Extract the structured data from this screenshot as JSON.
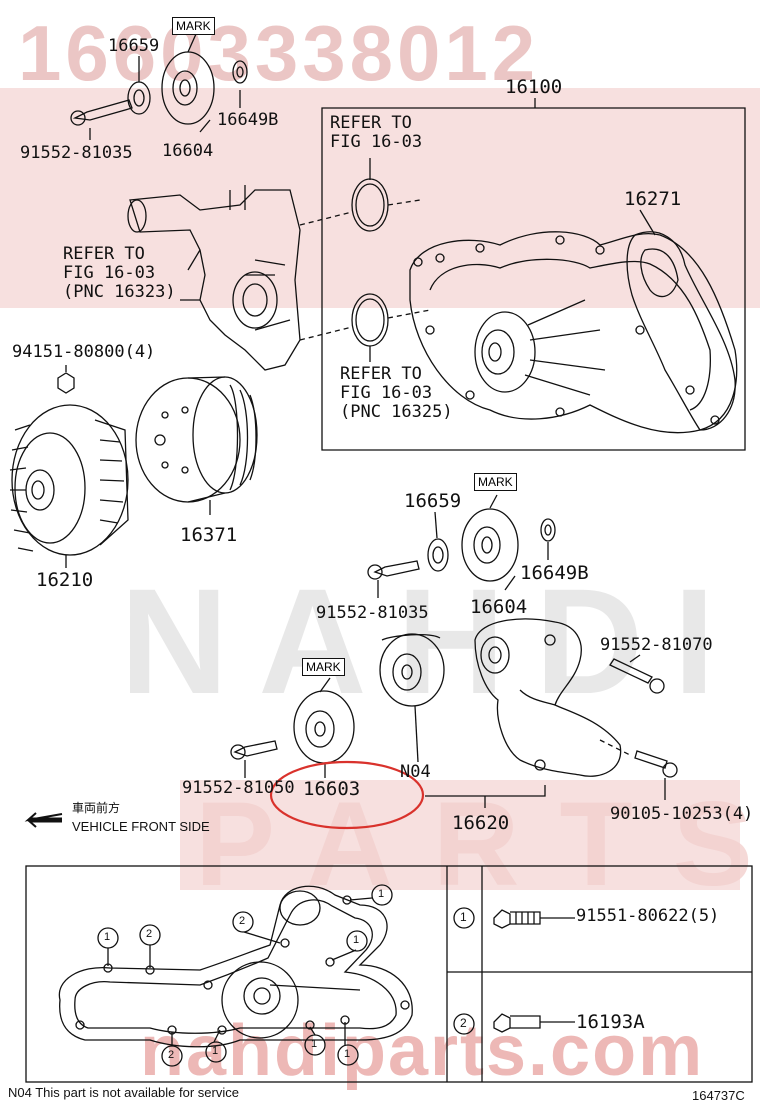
{
  "watermark": {
    "part_number": "16603338012",
    "brand_mid": "NAHDI",
    "brand_bottom": "PARTS",
    "site": "nahdiparts.com"
  },
  "labels": {
    "p16659_top": "16659",
    "mark_top": "MARK",
    "p16649B_top": "16649B",
    "p16604_top": "16604",
    "bolt_91552_81035_top": "91552-81035",
    "p16100": "16100",
    "refer_fig_a_1": "REFER TO",
    "refer_fig_a_2": "FIG 16-03",
    "p16271": "16271",
    "refer_pnc16323_1": "REFER TO",
    "refer_pnc16323_2": "FIG 16-03",
    "refer_pnc16323_3": "(PNC 16323)",
    "refer_pnc16325_1": "REFER TO",
    "refer_pnc16325_2": "FIG 16-03",
    "refer_pnc16325_3": "(PNC 16325)",
    "nut_94151": "94151-80800(4)",
    "p16371": "16371",
    "p16210": "16210",
    "p16659_mid": "16659",
    "mark_mid": "MARK",
    "p16649B_mid": "16649B",
    "p16604_mid": "16604",
    "bolt_91552_81035_mid": "91552-81035",
    "bolt_91552_81070": "91552-81070",
    "mark_low": "MARK",
    "p16603": "16603",
    "n04_tag": "N04",
    "bolt_91552_81050": "91552-81050",
    "p16620": "16620",
    "bolt_90105": "90105-10253(4)",
    "front_jp": "車両前方",
    "front_en": "VEHICLE FRONT SIDE",
    "table_row1_num": "1",
    "table_row1_part": "91551-80622(5)",
    "table_row2_num": "2",
    "table_row2_part": "16193A",
    "footnote": "N04  This part is not available for service",
    "illus_code": "164737C"
  },
  "callouts": [
    "1",
    "2",
    "1",
    "2",
    "1",
    "1",
    "2",
    "1",
    "1"
  ]
}
